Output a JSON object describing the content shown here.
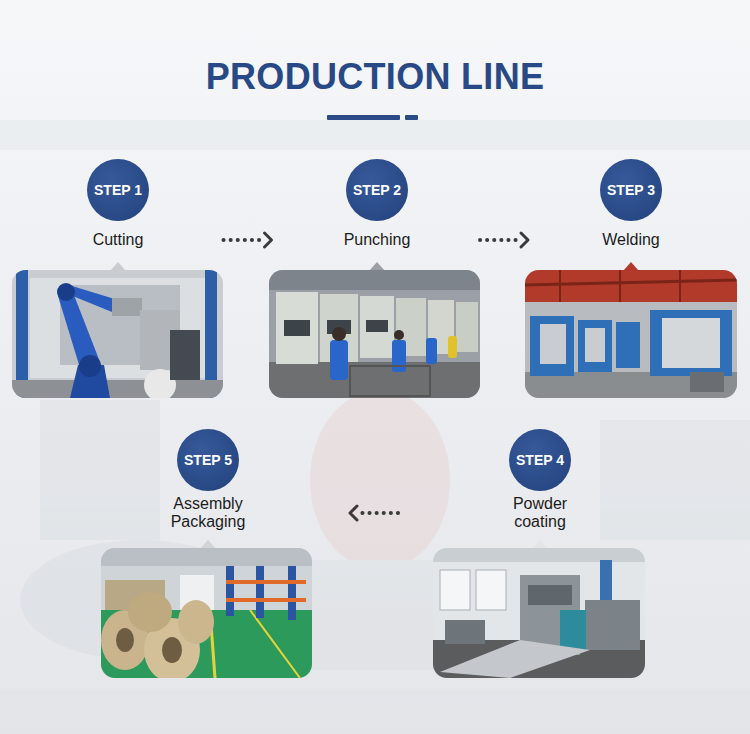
{
  "diagram": {
    "title": "PRODUCTION LINE",
    "nodes": [
      {
        "text": [
          "STEP 1",
          "Cutting"
        ]
      },
      {
        "text": [
          "STEP 2",
          "Punching"
        ]
      },
      {
        "text": [
          "STEP 3",
          "Welding"
        ]
      },
      {
        "text": [
          "STEP 4",
          "Powder coating"
        ]
      },
      {
        "text": [
          "STEP 5",
          "Assembly Packaging"
        ]
      }
    ],
    "edges": [
      {
        "from": 0,
        "to": 1,
        "arrow": "to"
      },
      {
        "from": 1,
        "to": 2,
        "arrow": "to"
      },
      {
        "from": 3,
        "to": 4,
        "arrow": "to"
      }
    ]
  }
}
